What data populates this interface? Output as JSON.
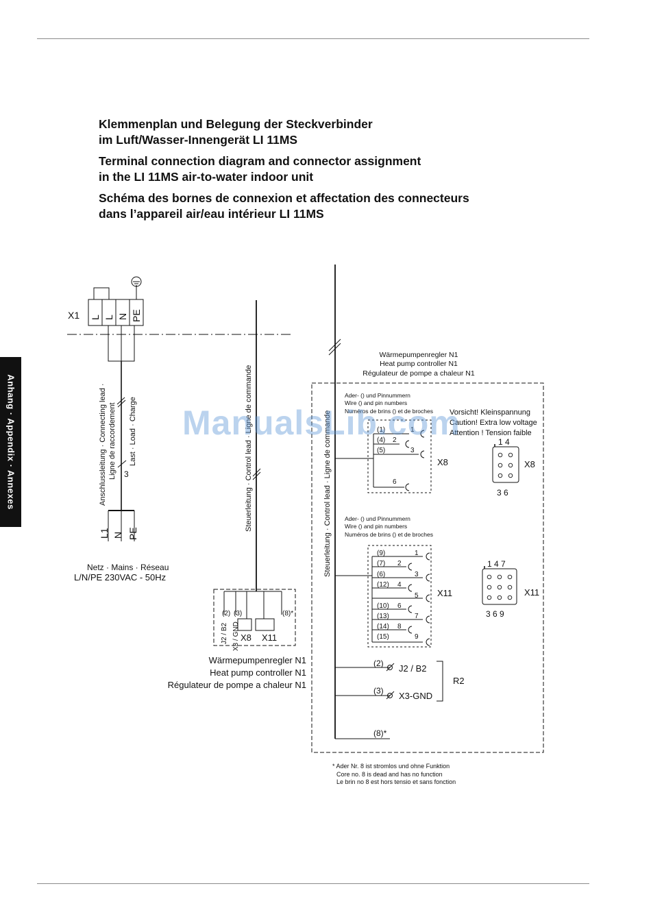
{
  "titles": {
    "de_line1": "Klemmenplan und Belegung der Steckverbinder",
    "de_line2": "im Luft/Wasser-Innengerät LI 11MS",
    "en_line1": "Terminal connection diagram and connector assignment",
    "en_line2": "in the LI 11MS air-to-water indoor unit",
    "fr_line1": "Schéma des bornes de connexion et affectation des connecteurs",
    "fr_line2": "dans l’appareil air/eau intérieur LI 11MS"
  },
  "side_tab": "Anhang · Appendix · Annexes",
  "watermark": "ManualsLib.com",
  "x1": {
    "label": "X1",
    "terminals": [
      "L",
      "L",
      "N",
      "PE"
    ]
  },
  "connecting_lead": {
    "label_de_en": "Anschlussleitung · Connecting lead ·",
    "label_fr": "Ligne de raccordement",
    "load_label": "Last · Load · Charge",
    "wire_count": "3"
  },
  "mains": {
    "terminals": [
      "L1",
      "N",
      "PE"
    ],
    "label": "Netz · Mains · Réseau",
    "spec": "L/N/PE 230VAC - 50Hz"
  },
  "control_lead_label": "Steuerleitung · Control lead · Ligne de commande",
  "controller_left": {
    "pins": [
      "(2)",
      "(3)",
      "(8)*"
    ],
    "terminals": [
      "J2 / B2",
      "X3 / GND"
    ],
    "connectors": [
      "X8",
      "X11"
    ],
    "name_de": "Wärmepumpenregler N1",
    "name_en": "Heat pump controller N1",
    "name_fr": "Régulateur de pompe a chaleur N1"
  },
  "controller_right": {
    "name_de": "Wärmepumpenregler N1",
    "name_en": "Heat pump controller N1",
    "name_fr": "Régulateur de pompe a chaleur N1"
  },
  "x8": {
    "legend": [
      "Ader- () und Pinnummern",
      "Wire () and pin numbers",
      "Numéros de brins () et de broches"
    ],
    "label": "X8",
    "wires": [
      "(1)",
      "(4)",
      "(5)"
    ],
    "pins": [
      "1",
      "2",
      "3",
      "6"
    ],
    "warning": [
      "Vorsicht! Kleinspannung",
      "Caution! Extra low voltage",
      "Attention ! Tension faible"
    ],
    "face_top": "1 4",
    "face_bottom": "3 6"
  },
  "x11": {
    "legend": [
      "Ader- () und Pinnummern",
      "Wire () and pin numbers",
      "Numéros de brins () et de broches"
    ],
    "label": "X11",
    "wires": [
      "(9)",
      "(7)",
      "(6)",
      "(12)",
      "(10)",
      "(13)",
      "(14)",
      "(15)"
    ],
    "pins": [
      "1",
      "2",
      "3",
      "4",
      "5",
      "6",
      "7",
      "8",
      "9"
    ],
    "face_top": "1 4 7",
    "face_bottom": "3 6 9"
  },
  "r2": {
    "label": "R2",
    "wires": [
      "(2)",
      "(3)",
      "(8)*"
    ],
    "terminals": [
      "J2 / B2",
      "X3-GND"
    ]
  },
  "footnote": [
    "* Ader Nr. 8 ist stromlos und ohne Funktion",
    "Core no. 8 is dead and has no function",
    "Le brin no 8 est hors tensio et sans fonction"
  ]
}
